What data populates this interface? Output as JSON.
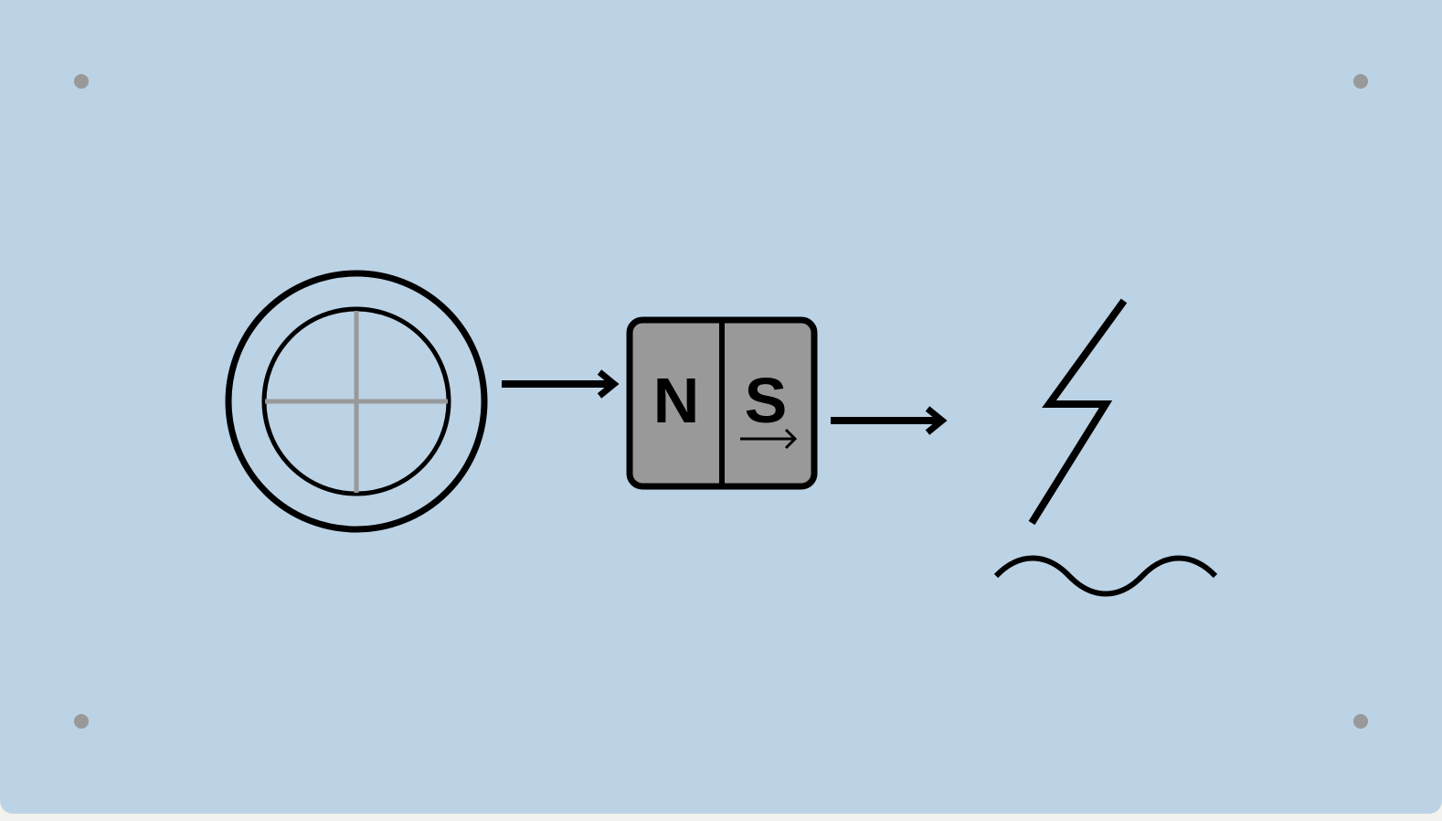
{
  "diagram": {
    "colors": {
      "background": "#bcd3e6",
      "stroke": "#000000",
      "magnet_fill": "#999999",
      "crosshair": "#999999",
      "corner_dot": "#999999"
    },
    "steps": [
      {
        "name": "rotating-coil",
        "icon": "coil-crosshair-icon"
      },
      {
        "name": "magnet",
        "icon": "bar-magnet-icon"
      },
      {
        "name": "electricity",
        "icon": "lightning-bolt-icon"
      }
    ],
    "magnet": {
      "north_label": "N",
      "south_label": "S"
    },
    "output_waveform": "sine-wave-icon"
  }
}
